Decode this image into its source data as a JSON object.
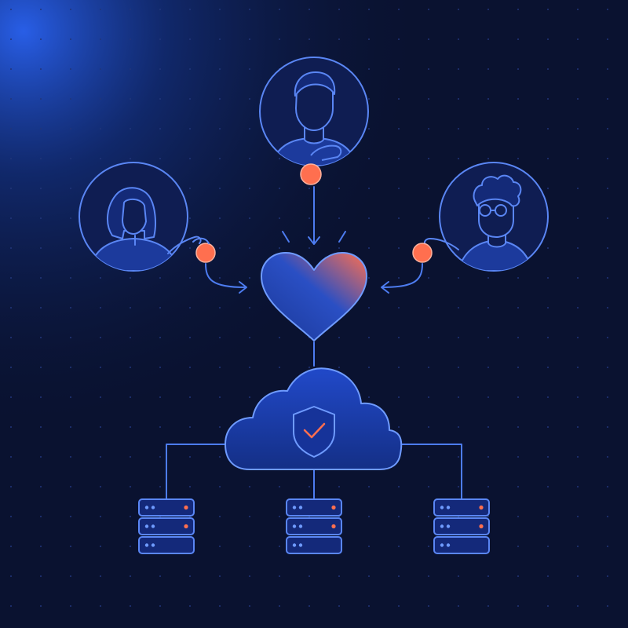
{
  "colors": {
    "background": "#0a1230",
    "background_glow": "#1d4fd6",
    "line": "#4d7cf0",
    "line_bright": "#6f9bff",
    "fill_dark": "#0f1f56",
    "fill_mid": "#1b3aa0",
    "accent": "#ff6f4f",
    "dot_grid": "#1f3170"
  },
  "people": [
    {
      "id": "woman",
      "icon": "woman-avatar-icon"
    },
    {
      "id": "man",
      "icon": "man-avatar-icon"
    },
    {
      "id": "man-glasses",
      "icon": "man-with-glasses-avatar-icon"
    }
  ],
  "coins": 3,
  "center_icon": "heart-icon",
  "cloud_icon": "cloud-icon",
  "shield_icon": "shield-check-icon",
  "servers": [
    {
      "id": "server-left",
      "icon": "server-stack-icon",
      "units": 3
    },
    {
      "id": "server-middle",
      "icon": "server-stack-icon",
      "units": 3
    },
    {
      "id": "server-right",
      "icon": "server-stack-icon",
      "units": 3
    }
  ]
}
